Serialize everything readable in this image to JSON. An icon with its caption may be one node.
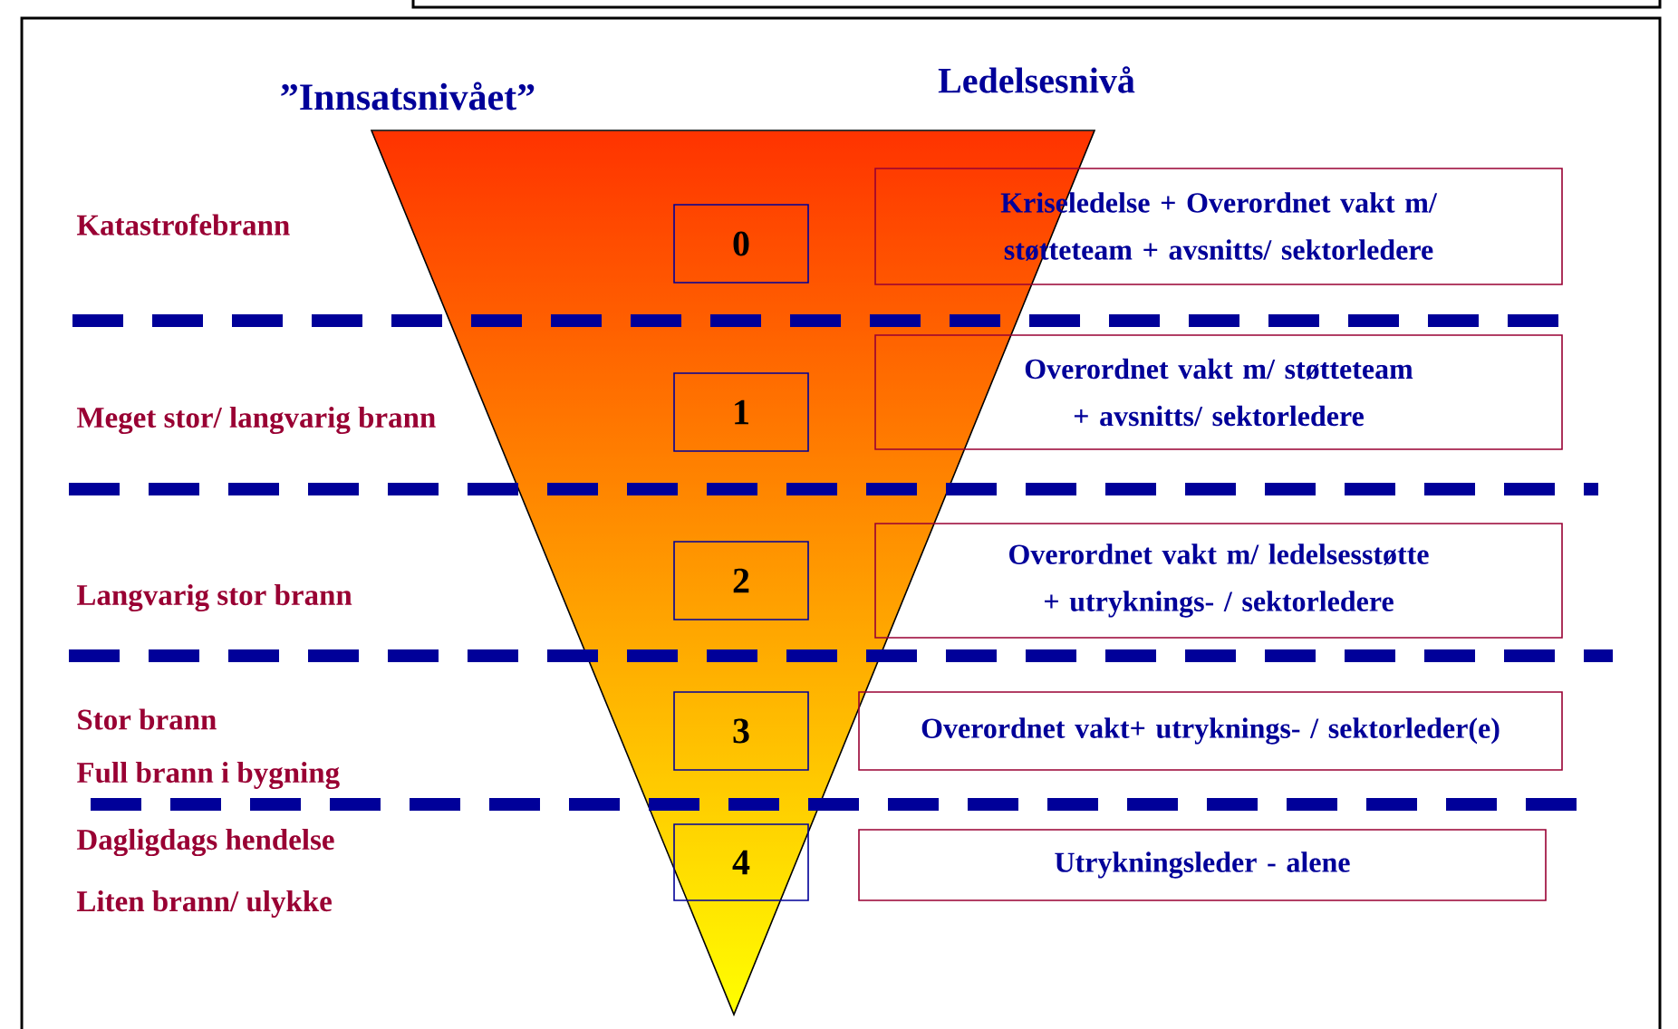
{
  "diagram": {
    "nodes": [
      {
        "text": [
          "0"
        ]
      },
      {
        "text": [
          "1"
        ]
      },
      {
        "text": [
          "2"
        ]
      },
      {
        "text": [
          "3"
        ]
      },
      {
        "text": [
          "4"
        ]
      },
      {
        "text": [
          "Kriseledelse + Overordnet vakt m/ støtteteam + avsnitts/ sektorledere"
        ]
      },
      {
        "text": [
          "Overordnet vakt m/ støtteteam + avsnitts/ sektorledere"
        ]
      },
      {
        "text": [
          "Overordnet vakt m/ ledelsesstøtte + utryknings- / sektorledere"
        ]
      },
      {
        "text": [
          "Overordnet vakt+ utryknings- / sektorleder(e)"
        ]
      },
      {
        "text": [
          "Utrykningsleder - alene"
        ]
      }
    ],
    "labels": [
      "Ledelsesnivå",
      "”Innsatsnivået”",
      "Katastrofebrann",
      "Meget stor/ langvarig brann",
      "Langvarig stor brann",
      "Stor brann",
      "Full brann i bygning",
      "Dagligdags hendelse",
      "Liten brann/ ulykke"
    ]
  }
}
